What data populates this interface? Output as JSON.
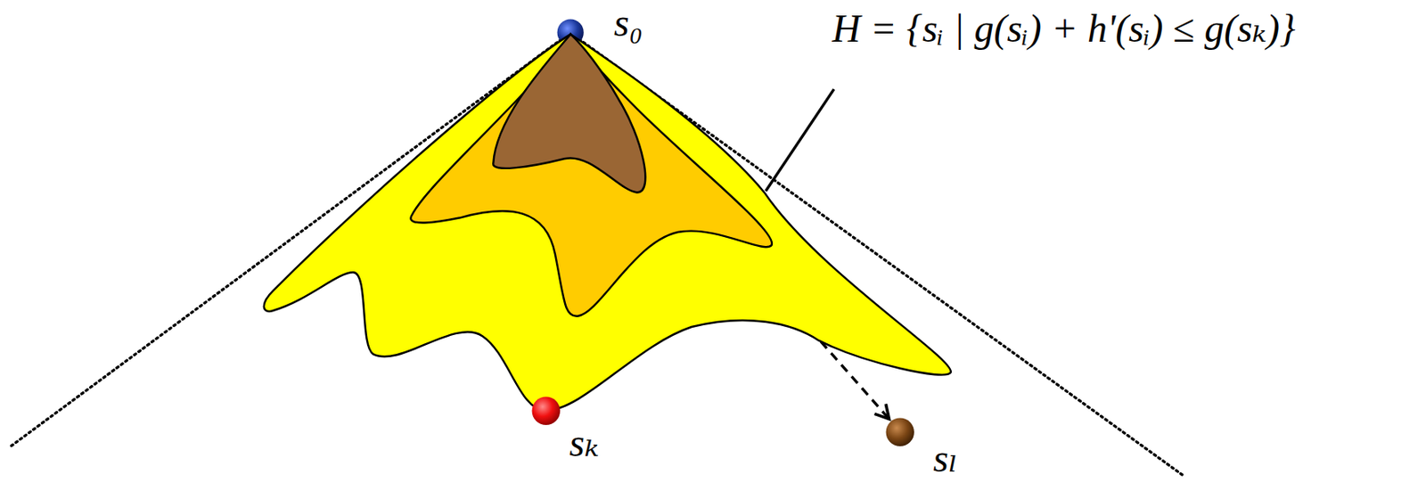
{
  "diagram": {
    "nodes": [
      {
        "text": [
          "s₀"
        ]
      },
      {
        "text": [
          "H = {sᵢ | g(sᵢ) + h'(sᵢ) ≤ g(sₖ)}"
        ]
      },
      {
        "text": [
          "sₖ"
        ]
      },
      {
        "text": [
          "sₗ"
        ]
      }
    ],
    "edges": [
      {
        "from": 1,
        "to": 3,
        "arrow": "to"
      }
    ]
  }
}
